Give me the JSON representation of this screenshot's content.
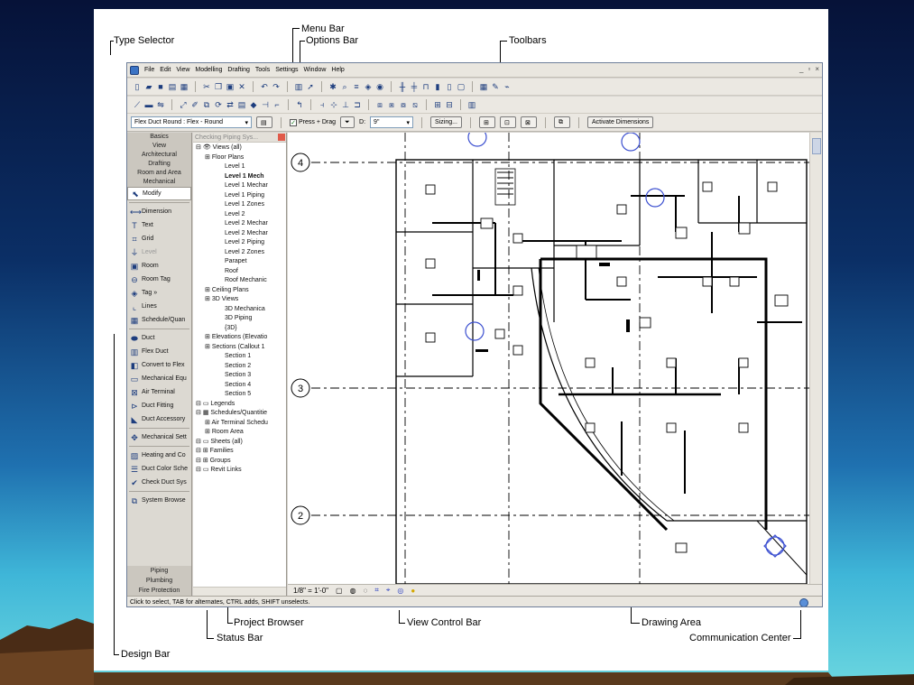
{
  "callouts": {
    "menu_bar": "Menu Bar",
    "type_selector": "Type Selector",
    "options_bar": "Options Bar",
    "toolbars": "Toolbars",
    "design_bar": "Design Bar",
    "status_bar": "Status Bar",
    "project_browser": "Project Browser",
    "view_control_bar": "View Control Bar",
    "drawing_area": "Drawing Area",
    "communication_center": "Communication Center"
  },
  "menu": [
    "File",
    "Edit",
    "View",
    "Modelling",
    "Drafting",
    "Tools",
    "Settings",
    "Window",
    "Help"
  ],
  "window_controls": [
    "_",
    "▫",
    "×"
  ],
  "options_bar": {
    "type_value": "Flex Duct Round : Flex - Round",
    "press_drag": "Press + Drag",
    "diameter_label": "D:",
    "diameter_value": "9\"",
    "sizing": "Sizing...",
    "activate_dimensions": "Activate Dimensions"
  },
  "design_bar": {
    "tabs_top": [
      "Basics",
      "View",
      "Architectural",
      "Drafting",
      "Room and Area",
      "Mechanical"
    ],
    "groups": [
      [
        {
          "label": "Modify",
          "icon": "cursor-icon"
        }
      ],
      [
        {
          "label": "Dimension",
          "icon": "dimension-icon"
        },
        {
          "label": "Text",
          "icon": "text-icon"
        },
        {
          "label": "Grid",
          "icon": "grid-icon"
        },
        {
          "label": "Level",
          "icon": "level-icon"
        },
        {
          "label": "Room",
          "icon": "room-icon"
        },
        {
          "label": "Room Tag",
          "icon": "room-tag-icon"
        },
        {
          "label": "Tag »",
          "icon": "tag-icon"
        },
        {
          "label": "Lines",
          "icon": "lines-icon"
        },
        {
          "label": "Schedule/Quan",
          "icon": "schedule-icon"
        }
      ],
      [
        {
          "label": "Duct",
          "icon": "duct-icon"
        },
        {
          "label": "Flex Duct",
          "icon": "flex-duct-icon"
        },
        {
          "label": "Convert to Flex",
          "icon": "convert-icon"
        },
        {
          "label": "Mechanical Equ",
          "icon": "equipment-icon"
        },
        {
          "label": "Air Terminal",
          "icon": "air-terminal-icon"
        },
        {
          "label": "Duct Fitting",
          "icon": "duct-fitting-icon"
        },
        {
          "label": "Duct Accessory",
          "icon": "duct-accessory-icon"
        }
      ],
      [
        {
          "label": "Mechanical Sett",
          "icon": "settings-icon"
        }
      ],
      [
        {
          "label": "Heating and Co",
          "icon": "heating-icon"
        },
        {
          "label": "Duct Color Sche",
          "icon": "color-scheme-icon"
        },
        {
          "label": "Check Duct Sys",
          "icon": "check-icon"
        }
      ],
      [
        {
          "label": "System Browse",
          "icon": "system-browser-icon"
        }
      ]
    ],
    "tabs_bottom": [
      "Piping",
      "Plumbing",
      "Fire Protection"
    ]
  },
  "project_browser": {
    "title": "Checking Piping Sys...",
    "nodes": [
      {
        "label": "Views (all)",
        "level": 0
      },
      {
        "label": "Floor Plans",
        "level": 1
      },
      {
        "label": "Level 1",
        "level": 2
      },
      {
        "label": "Level 1 Mech",
        "level": 2,
        "bold": true
      },
      {
        "label": "Level 1 Mechar",
        "level": 2
      },
      {
        "label": "Level 1 Piping",
        "level": 2
      },
      {
        "label": "Level 1 Zones",
        "level": 2
      },
      {
        "label": "Level 2",
        "level": 2
      },
      {
        "label": "Level 2 Mechar",
        "level": 2
      },
      {
        "label": "Level 2 Mechar",
        "level": 2
      },
      {
        "label": "Level 2 Piping",
        "level": 2
      },
      {
        "label": "Level 2 Zones",
        "level": 2
      },
      {
        "label": "Parapet",
        "level": 2
      },
      {
        "label": "Roof",
        "level": 2
      },
      {
        "label": "Roof Mechanic",
        "level": 2
      },
      {
        "label": "Ceiling Plans",
        "level": 1
      },
      {
        "label": "3D Views",
        "level": 1
      },
      {
        "label": "3D Mechanica",
        "level": 2
      },
      {
        "label": "3D Piping",
        "level": 2
      },
      {
        "label": "{3D}",
        "level": 2
      },
      {
        "label": "Elevations (Elevatio",
        "level": 1
      },
      {
        "label": "Sections (Callout 1",
        "level": 1
      },
      {
        "label": "Section 1",
        "level": 2
      },
      {
        "label": "Section 2",
        "level": 2
      },
      {
        "label": "Section 3",
        "level": 2
      },
      {
        "label": "Section 4",
        "level": 2
      },
      {
        "label": "Section 5",
        "level": 2
      },
      {
        "label": "Legends",
        "level": 0
      },
      {
        "label": "Schedules/Quantitie",
        "level": 0
      },
      {
        "label": "Air Terminal Schedu",
        "level": 1
      },
      {
        "label": "Room Area",
        "level": 1
      },
      {
        "label": "Sheets (all)",
        "level": 0
      },
      {
        "label": "Families",
        "level": 0
      },
      {
        "label": "Groups",
        "level": 0
      },
      {
        "label": "Revit Links",
        "level": 0
      }
    ]
  },
  "drawing": {
    "grid_labels": [
      "4",
      "3",
      "2"
    ]
  },
  "view_control_bar": {
    "scale": "1/8\" = 1'-0\""
  },
  "status_text": "Click to select, TAB for alternates, CTRL adds, SHIFT unselects."
}
